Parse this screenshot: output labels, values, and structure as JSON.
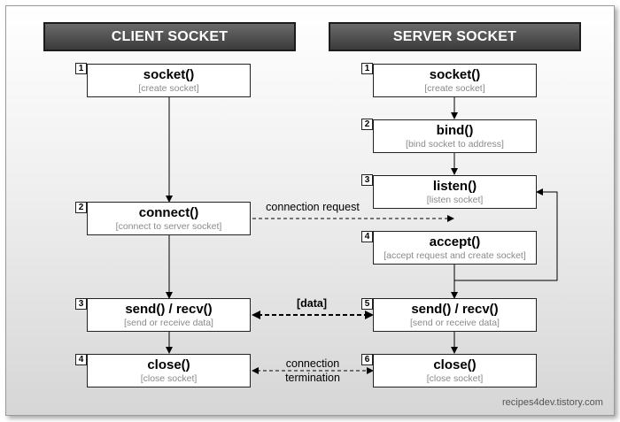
{
  "headers": {
    "client": "CLIENT SOCKET",
    "server": "SERVER SOCKET"
  },
  "client": [
    {
      "num": "1",
      "fn": "socket()",
      "desc": "[create socket]"
    },
    {
      "num": "2",
      "fn": "connect()",
      "desc": "[connect to server socket]"
    },
    {
      "num": "3",
      "fn": "send() / recv()",
      "desc": "[send or receive data]"
    },
    {
      "num": "4",
      "fn": "close()",
      "desc": "[close socket]"
    }
  ],
  "server": [
    {
      "num": "1",
      "fn": "socket()",
      "desc": "[create socket]"
    },
    {
      "num": "2",
      "fn": "bind()",
      "desc": "[bind socket to address]"
    },
    {
      "num": "3",
      "fn": "listen()",
      "desc": "[listen socket]"
    },
    {
      "num": "4",
      "fn": "accept()",
      "desc": "[accept request and create socket]"
    },
    {
      "num": "5",
      "fn": "send() / recv()",
      "desc": "[send or receive data]"
    },
    {
      "num": "6",
      "fn": "close()",
      "desc": "[close socket]"
    }
  ],
  "edges": {
    "connection_request": "connection  request",
    "data": "[data]",
    "termination_line1": "connection",
    "termination_line2": "termination"
  },
  "watermark": "recipes4dev.tistory.com"
}
